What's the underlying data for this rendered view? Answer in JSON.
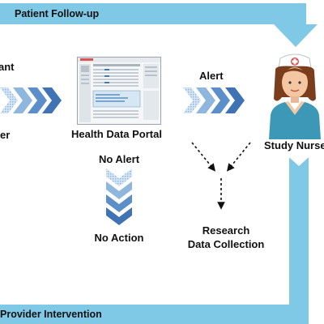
{
  "loop": {
    "top_label": "Patient Follow-up",
    "bottom_label": "Provider Intervention",
    "band_color": "#7fc8e6"
  },
  "left": {
    "label_top": "ant",
    "label_bottom": "er"
  },
  "portal": {
    "label": "Health Data Portal"
  },
  "alert": {
    "label": "Alert"
  },
  "nurse": {
    "label": "Study Nurse"
  },
  "no_alert": {
    "label_top": "No Alert",
    "label_bottom": "No Action"
  },
  "research": {
    "line1": "Research",
    "line2": "Data Collection"
  },
  "colors": {
    "chevron_dark": "#3f73b3",
    "chevron_light": "#8fb6dd",
    "scrub_teal": "#3d98b8"
  }
}
